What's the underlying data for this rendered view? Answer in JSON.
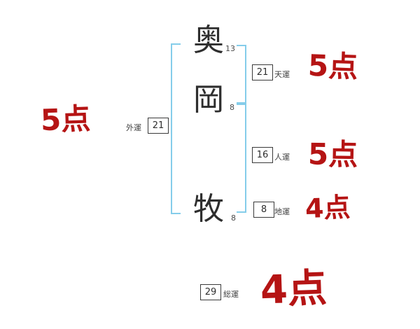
{
  "name": {
    "chars": [
      {
        "glyph": "奥",
        "strokes": "13"
      },
      {
        "glyph": "岡",
        "strokes": "8"
      },
      {
        "glyph": "牧",
        "strokes": "8"
      }
    ]
  },
  "fortunes": {
    "gaiun": {
      "label": "外運",
      "value": "21",
      "score": "5点"
    },
    "tenun": {
      "label": "天運",
      "value": "21",
      "score": "5点"
    },
    "jinun": {
      "label": "人運",
      "value": "16",
      "score": "5点"
    },
    "chiun": {
      "label": "地運",
      "value": "8",
      "score": "4点"
    },
    "souun": {
      "label": "総運",
      "value": "29",
      "score": "4点"
    }
  },
  "colors": {
    "bracket_blue": "#85cdea",
    "score_red": "#b51414",
    "text_dark": "#2e2e2e",
    "box_border": "#3a3a3a"
  }
}
